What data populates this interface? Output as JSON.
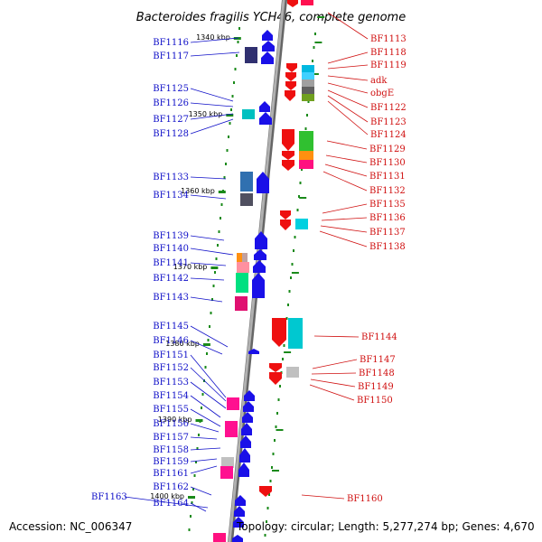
{
  "title": "Bacteroides fragilis YCH46, complete genome",
  "footer": {
    "accession": "Accession: NC_006347",
    "topology": "Topology: circular; Length: 5,277,274 bp; Genes: 4,670"
  },
  "scale_ticks": [
    "1340 kbp",
    "1350 kbp",
    "1360 kbp",
    "1370 kbp",
    "1380 kbp",
    "1390 kbp",
    "1400 kbp"
  ],
  "left_labels": [
    "BF1116",
    "BF1117",
    "BF1125",
    "BF1126",
    "BF1127",
    "BF1128",
    "BF1133",
    "BF1134",
    "BF1139",
    "BF1140",
    "BF1141",
    "BF1142",
    "BF1143",
    "BF1145",
    "BF1146",
    "BF1151",
    "BF1152",
    "BF1153",
    "BF1154",
    "BF1155",
    "BF1156",
    "BF1157",
    "BF1158",
    "BF1159",
    "BF1161",
    "BF1162",
    "BF1163",
    "BF1164"
  ],
  "right_labels": [
    "BF1113",
    "BF1118",
    "BF1119",
    "adk",
    "obgE",
    "BF1122",
    "BF1123",
    "BF1124",
    "BF1129",
    "BF1130",
    "BF1131",
    "BF1132",
    "BF1135",
    "BF1136",
    "BF1137",
    "BF1138",
    "BF1144",
    "BF1147",
    "BF1148",
    "BF1149",
    "BF1150",
    "BF1160"
  ],
  "colors": {
    "forward_strand": "#1a10e8",
    "reverse_strand": "#ee1010",
    "left_label": "#1010c8",
    "right_label": "#d01010",
    "axis": "#9a9a9a",
    "tick": "#1a8a1a"
  }
}
